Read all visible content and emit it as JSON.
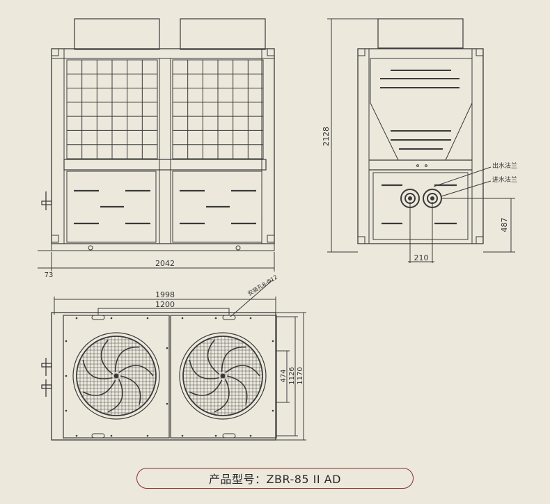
{
  "front_view": {
    "width_label": "2042",
    "base_label": "73"
  },
  "side_view": {
    "height_label": "2128",
    "outlet_label": "出水法兰",
    "inlet_label": "进水法兰",
    "pipe_height_label": "487",
    "pipe_spacing_label": "210"
  },
  "top_view": {
    "outer_width_label": "1998",
    "mount_width_label": "1200",
    "mount_hole_label": "安装孔8-Φ12",
    "dim_a_label": "474",
    "dim_b_label": "1126",
    "dim_c_label": "1170"
  },
  "caption": {
    "text": "产品型号：ZBR-85 II AD"
  },
  "colors": {
    "background": "#ece8dc",
    "line": "#3a3a3a",
    "accent": "#8c2b25"
  }
}
